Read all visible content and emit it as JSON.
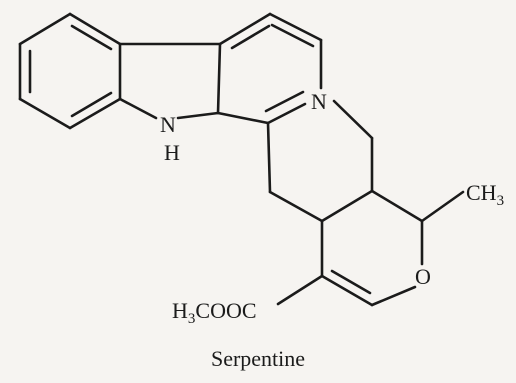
{
  "molecule": {
    "caption": "Serpentine",
    "labels": {
      "indole_n": "N",
      "indole_h": "H",
      "pyridinium_n": "N",
      "ring_o": "O",
      "methyl": "CH",
      "methyl_sub": "3",
      "ester_h": "H",
      "ester_sub": "3",
      "ester_rest": "COOC"
    }
  },
  "colors": {
    "ink": "#1b1b1b",
    "paper": "#f6f4f1"
  }
}
